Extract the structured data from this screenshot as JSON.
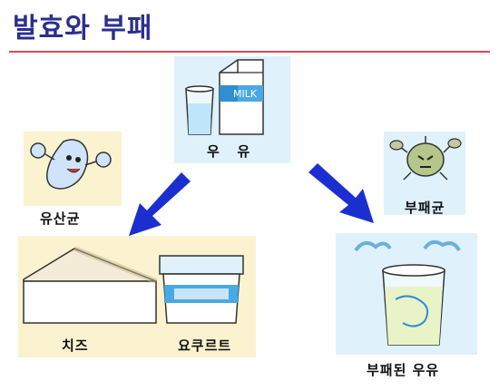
{
  "title": "발효와 부패",
  "milk_carton_text": "MILK",
  "labels": {
    "milk": "우   유",
    "lactic_bacteria": "유산균",
    "putrefactive_bacteria": "부패균",
    "cheese": "치즈",
    "yogurt": "요쿠르트",
    "spoiled_milk": "부패된 우유"
  },
  "colors": {
    "title": "#2b2f8f",
    "rule": "#d94a5a",
    "panel_milk": "#dff1fb",
    "panel_bacteria": "#fbf2cf",
    "panel_products": "#fbf2cf",
    "panel_spoiled": "#dff1fb",
    "arrow": "#1b2fd1"
  }
}
